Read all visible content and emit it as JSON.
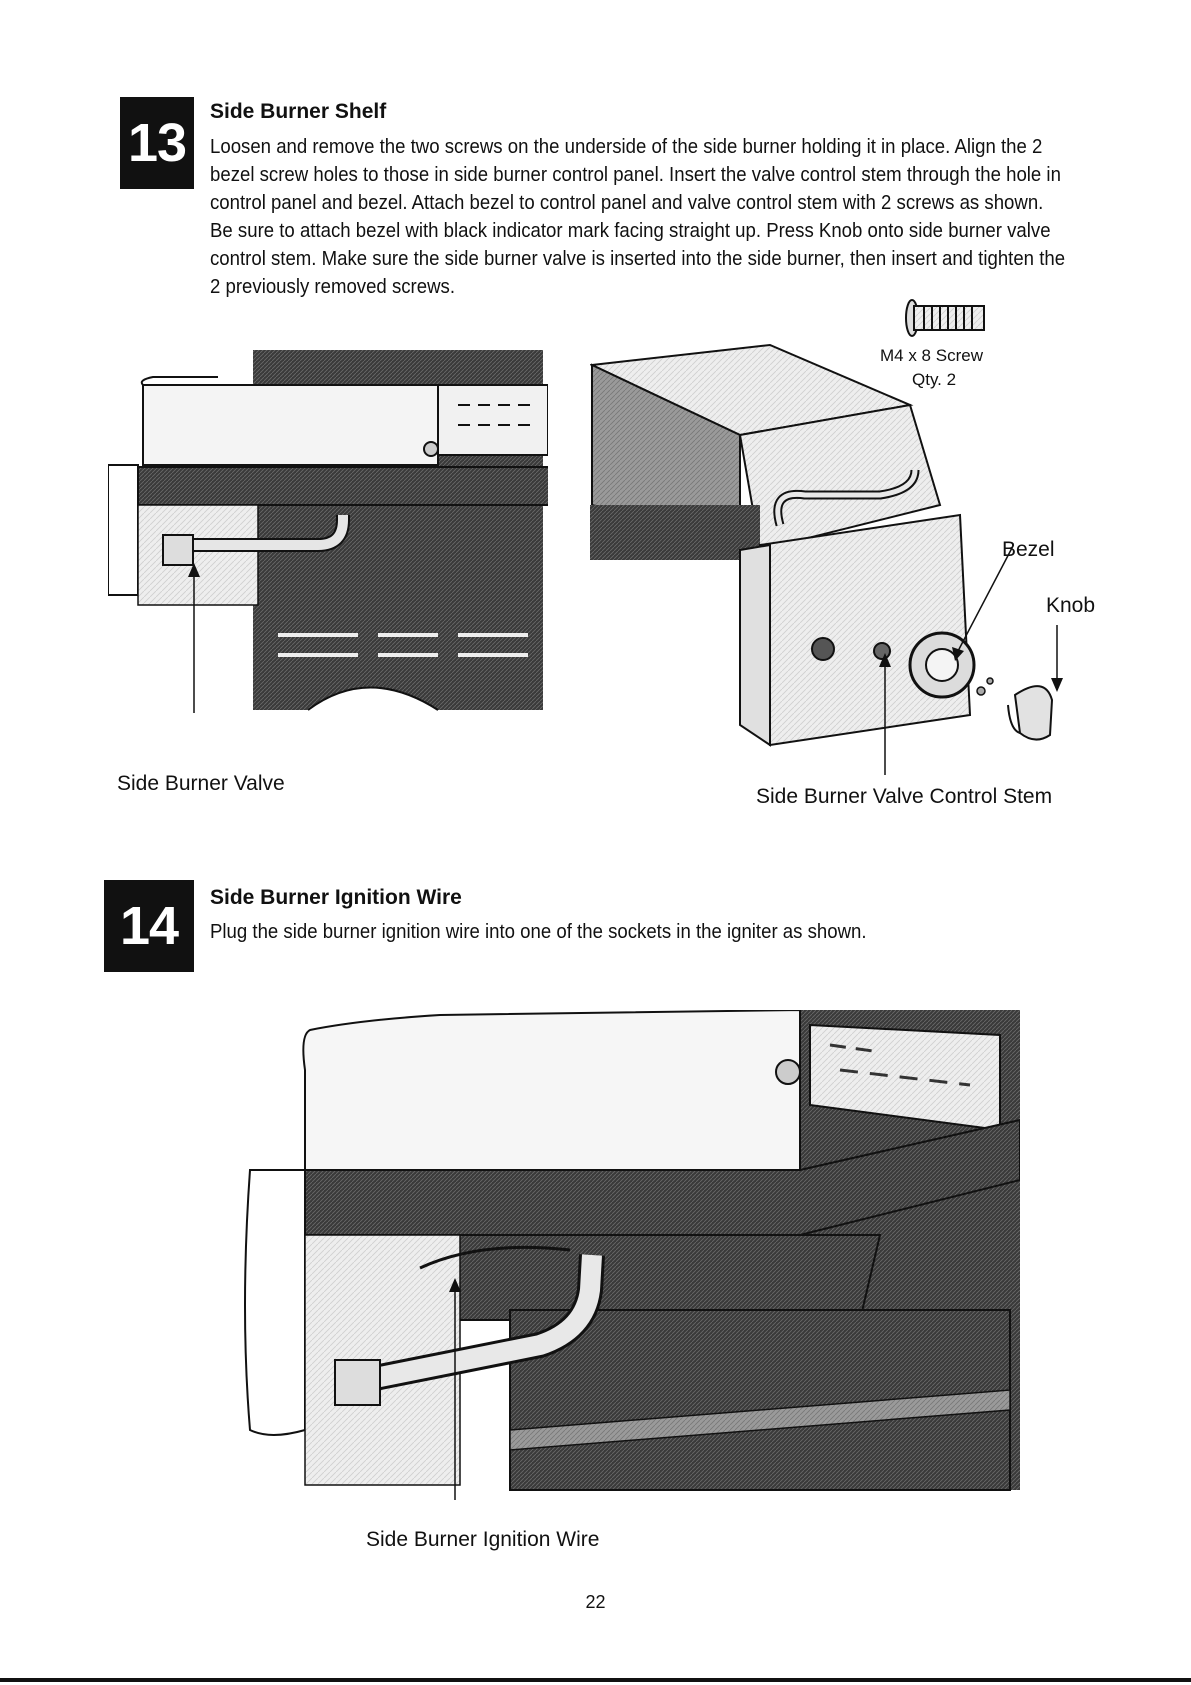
{
  "step13": {
    "number": "13",
    "title": "Side Burner Shelf",
    "body": "Loosen and remove the two screws on the underside of the side burner holding it in place. Align the 2 bezel screw holes to those in side burner control panel. Insert the valve control stem through the hole in control panel and bezel. Attach bezel to control panel and valve control stem with 2 screws as shown. Be sure to attach bezel with black indicator mark facing straight up. Press Knob onto side burner valve control stem. Make sure the side burner valve is inserted into the side burner, then insert and tighten the 2 previously removed screws.",
    "labels": {
      "screw_name": "M4 x 8 Screw",
      "screw_qty": "Qty. 2",
      "bezel": "Bezel",
      "knob": "Knob",
      "side_burner_valve": "Side Burner Valve",
      "valve_control_stem": "Side Burner Valve Control Stem"
    }
  },
  "step14": {
    "number": "14",
    "title": "Side Burner Ignition Wire",
    "body": "Plug the side burner ignition wire into one of the sockets in the igniter as shown.",
    "labels": {
      "ignition_wire": "Side Burner Ignition Wire"
    }
  },
  "page_number": "22",
  "colors": {
    "ink": "#111111",
    "metal_dark": "#3a3a3a",
    "metal_mid": "#8a8a8a",
    "metal_light": "#e4e4e4"
  }
}
